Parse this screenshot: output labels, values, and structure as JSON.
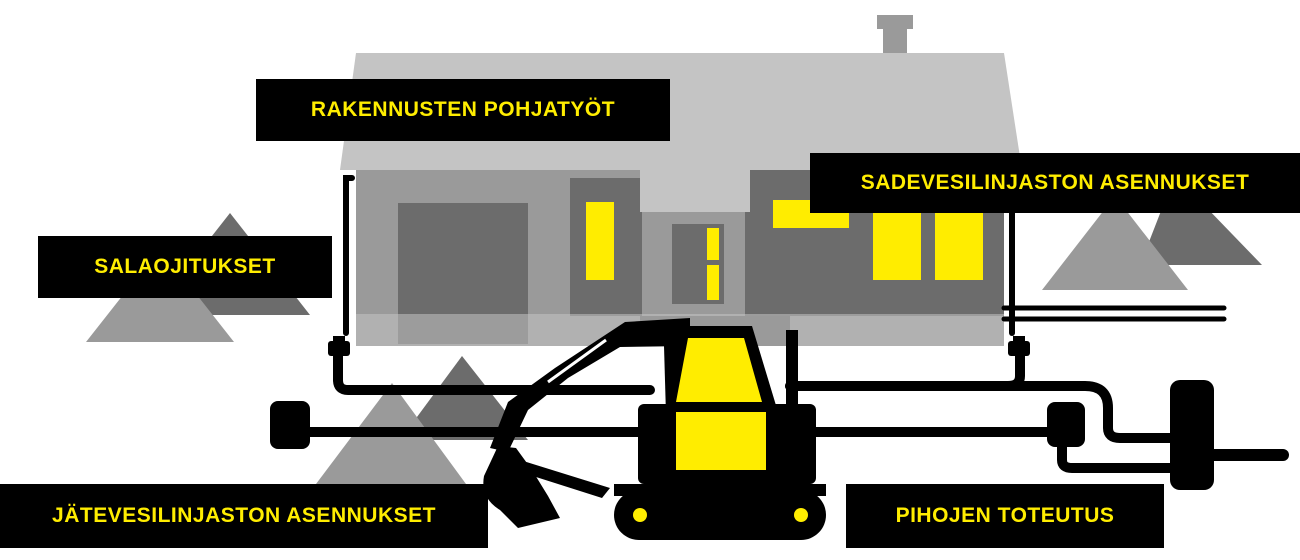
{
  "labels": {
    "rakennusten_pohjatyot": "RAKENNUSTEN POHJATYÖT",
    "sadevesilinjaston_asennukset": "SADEVESILINJASTON ASENNUKSET",
    "salaojitukset": "SALAOJITUKSET",
    "jatevesilinjaston_asennukset": "JÄTEVESILINJASTON ASENNUKSET",
    "pihojen_toteutus": "PIHOJEN TOTEUTUS"
  },
  "colors": {
    "accent_yellow": "#ffed00",
    "label_background": "#000000",
    "roof_light_gray": "#c4c4c4",
    "wall_gray": "#9a9a9a",
    "dark_gray": "#6c6c6c",
    "pipe_black": "#000000"
  }
}
